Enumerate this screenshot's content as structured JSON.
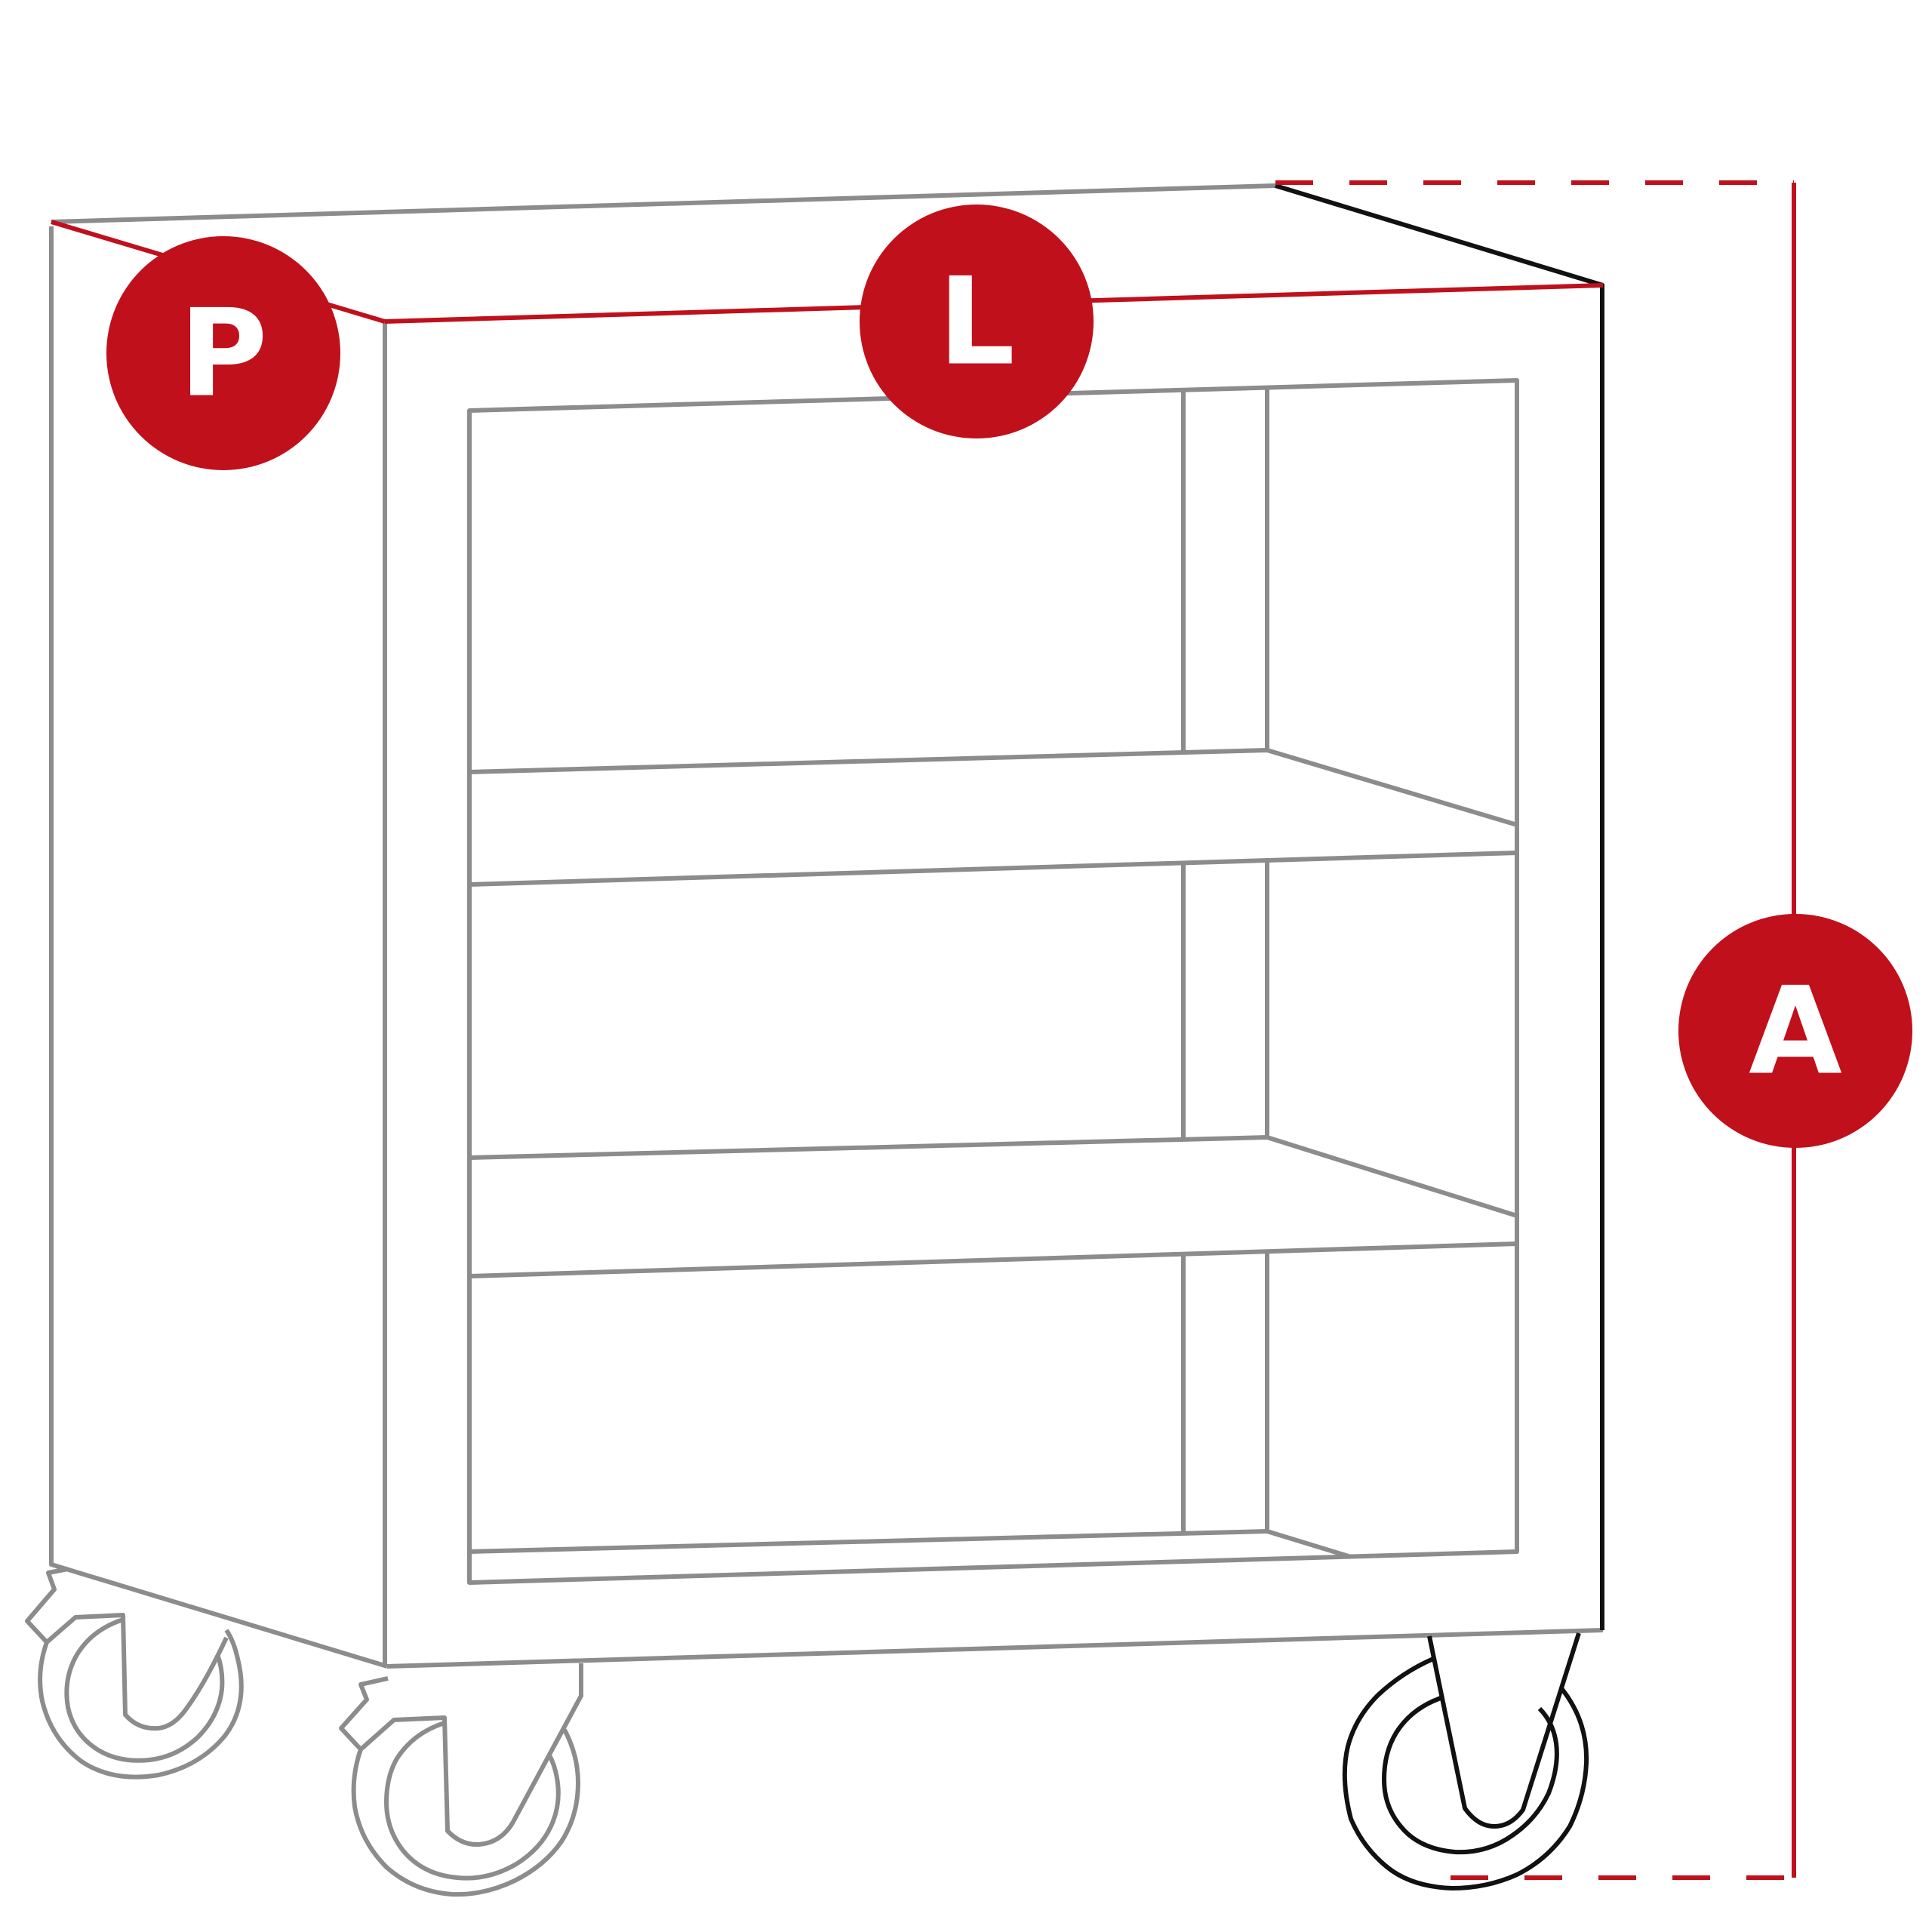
{
  "colors": {
    "outline": "#8c8c8c",
    "edge": "#111111",
    "accent": "#c0101b",
    "badge_text": "#ffffff",
    "background": "#ffffff"
  },
  "dimensions": {
    "depth": {
      "label": "P"
    },
    "length": {
      "label": "L"
    },
    "height": {
      "label": "A"
    }
  }
}
